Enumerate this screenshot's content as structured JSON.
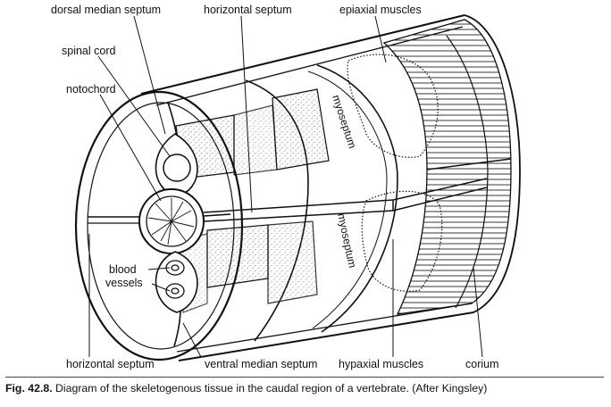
{
  "labels": {
    "dorsal_median_septum": "dorsal median septum",
    "horizontal_septum_top": "horizontal septum",
    "epiaxial_muscles": "epiaxial muscles",
    "spinal_cord": "spinal cord",
    "notochord": "notochord",
    "myoseptum_upper": "myoseptum",
    "myoseptum_lower": "myoseptum",
    "blood": "blood",
    "vessels": "vessels",
    "horizontal_septum_bottom": "horizontal septum",
    "ventral_median_septum": "ventral median septum",
    "hypaxial_muscles": "hypaxial muscles",
    "corium": "corium"
  },
  "caption": {
    "figure_number": "Fig. 42.8.",
    "text": "Diagram of the skeletogenous tissue in the caudal region of a vertebrate. (After Kingsley)"
  }
}
